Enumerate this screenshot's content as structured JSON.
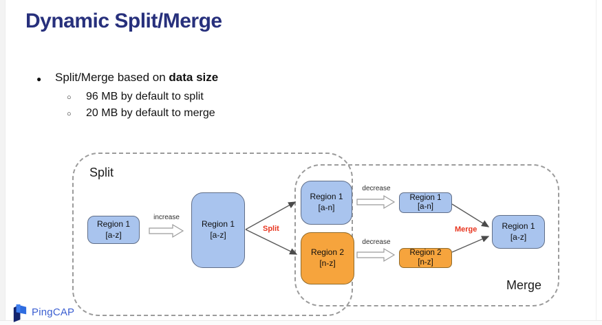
{
  "header": {
    "title": "Dynamic Split/Merge"
  },
  "bullets": {
    "main_dot": "●",
    "sub_dot": "○",
    "main": {
      "text": "Split/Merge based on ",
      "bold": "data size"
    },
    "sub": [
      "96 MB by default to split",
      "20 MB by default to merge"
    ]
  },
  "diagram": {
    "split_group_label": "Split",
    "merge_group_label": "Merge",
    "labels": {
      "increase": "increase",
      "decrease_top": "decrease",
      "decrease_bottom": "decrease",
      "split_action": "Split",
      "merge_action": "Merge"
    },
    "nodes": [
      {
        "id": "region1-az-start",
        "line1": "Region 1",
        "line2": "[a-z]",
        "fill": "blue"
      },
      {
        "id": "region1-az-grown",
        "line1": "Region 1",
        "line2": "[a-z]",
        "fill": "blue"
      },
      {
        "id": "region1-an-large",
        "line1": "Region 1",
        "line2": "[a-n]",
        "fill": "blue"
      },
      {
        "id": "region2-nz-large",
        "line1": "Region 2",
        "line2": "[n-z]",
        "fill": "orange"
      },
      {
        "id": "region1-an-small",
        "line1": "Region 1",
        "line2": "[a-n]",
        "fill": "blue"
      },
      {
        "id": "region2-nz-small",
        "line1": "Region 2",
        "line2": "[n-z]",
        "fill": "orange"
      },
      {
        "id": "region1-az-merged",
        "line1": "Region 1",
        "line2": "[a-z]",
        "fill": "blue"
      }
    ]
  },
  "footer": {
    "logo_text": "PingCAP"
  },
  "colors": {
    "title_navy": "#27307c",
    "box_blue": "#a9c4ee",
    "box_orange": "#f6a43d",
    "action_red": "#e8351f",
    "logo_blue": "#3b5fd1",
    "dashed_border": "#9b9b9b"
  }
}
